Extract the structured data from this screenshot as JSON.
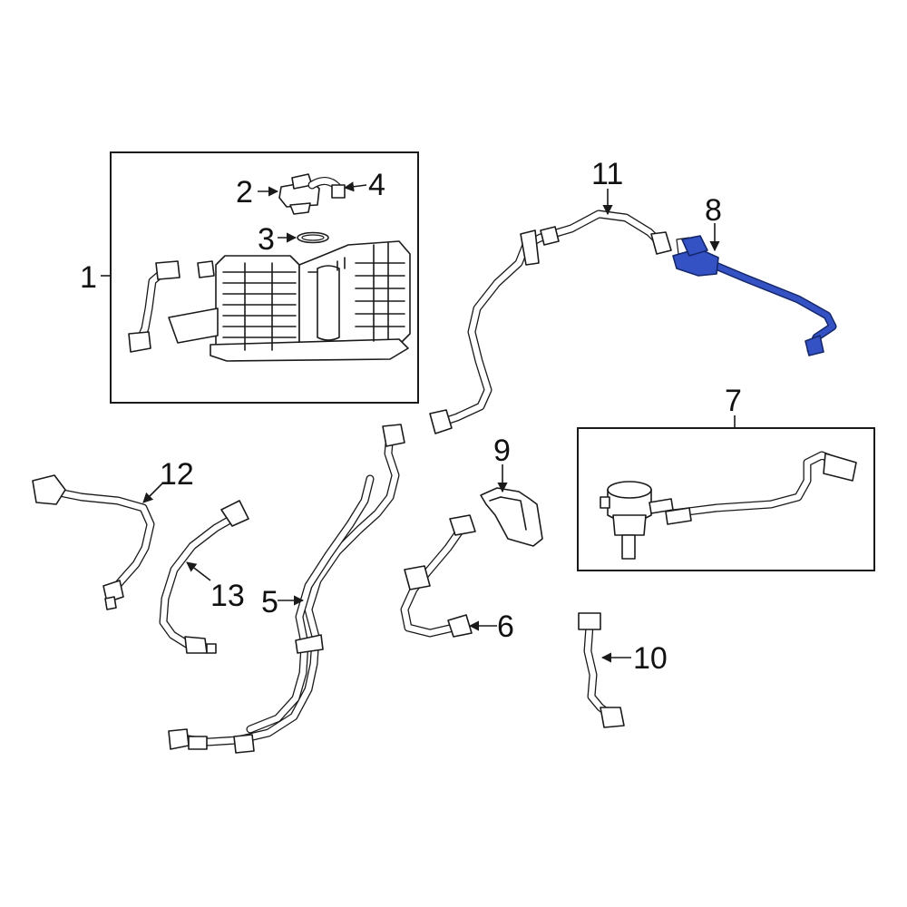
{
  "callouts": {
    "c1": "1",
    "c2": "2",
    "c3": "3",
    "c4": "4",
    "c5": "5",
    "c6": "6",
    "c7": "7",
    "c8": "8",
    "c9": "9",
    "c10": "10",
    "c11": "11",
    "c12": "12",
    "c13": "13"
  },
  "colors": {
    "line": "#1a1a1a",
    "highlight_fill": "#3552c4",
    "highlight_stroke": "#15286b",
    "background": "#ffffff"
  },
  "highlighted_part": "8"
}
